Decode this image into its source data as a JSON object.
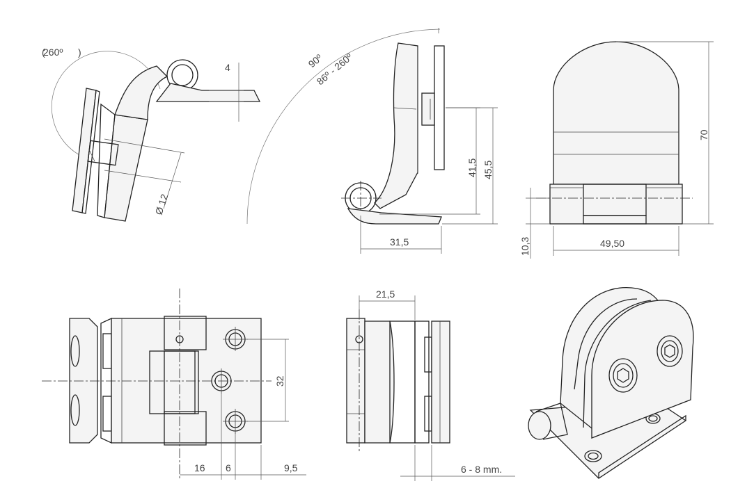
{
  "top_left_view": {
    "angle_label": "260º",
    "thickness_label": "4",
    "pin_label": "Ø 12"
  },
  "top_middle_view": {
    "angle_label_1": "90º",
    "angle_label_2": "86º - 260º",
    "height_label_1": "41,5",
    "height_label_2": "45,5",
    "width_label": "31,5"
  },
  "top_right_view": {
    "height_label": "70",
    "offset_label": "10,3",
    "width_label": "49,50"
  },
  "bottom_left_view": {
    "spacing_label": "32",
    "dim_16": "16",
    "dim_6": "6",
    "dim_95": "9,5"
  },
  "bottom_middle_view": {
    "width_label": "21,5",
    "glass_label": "6 - 8 mm."
  }
}
